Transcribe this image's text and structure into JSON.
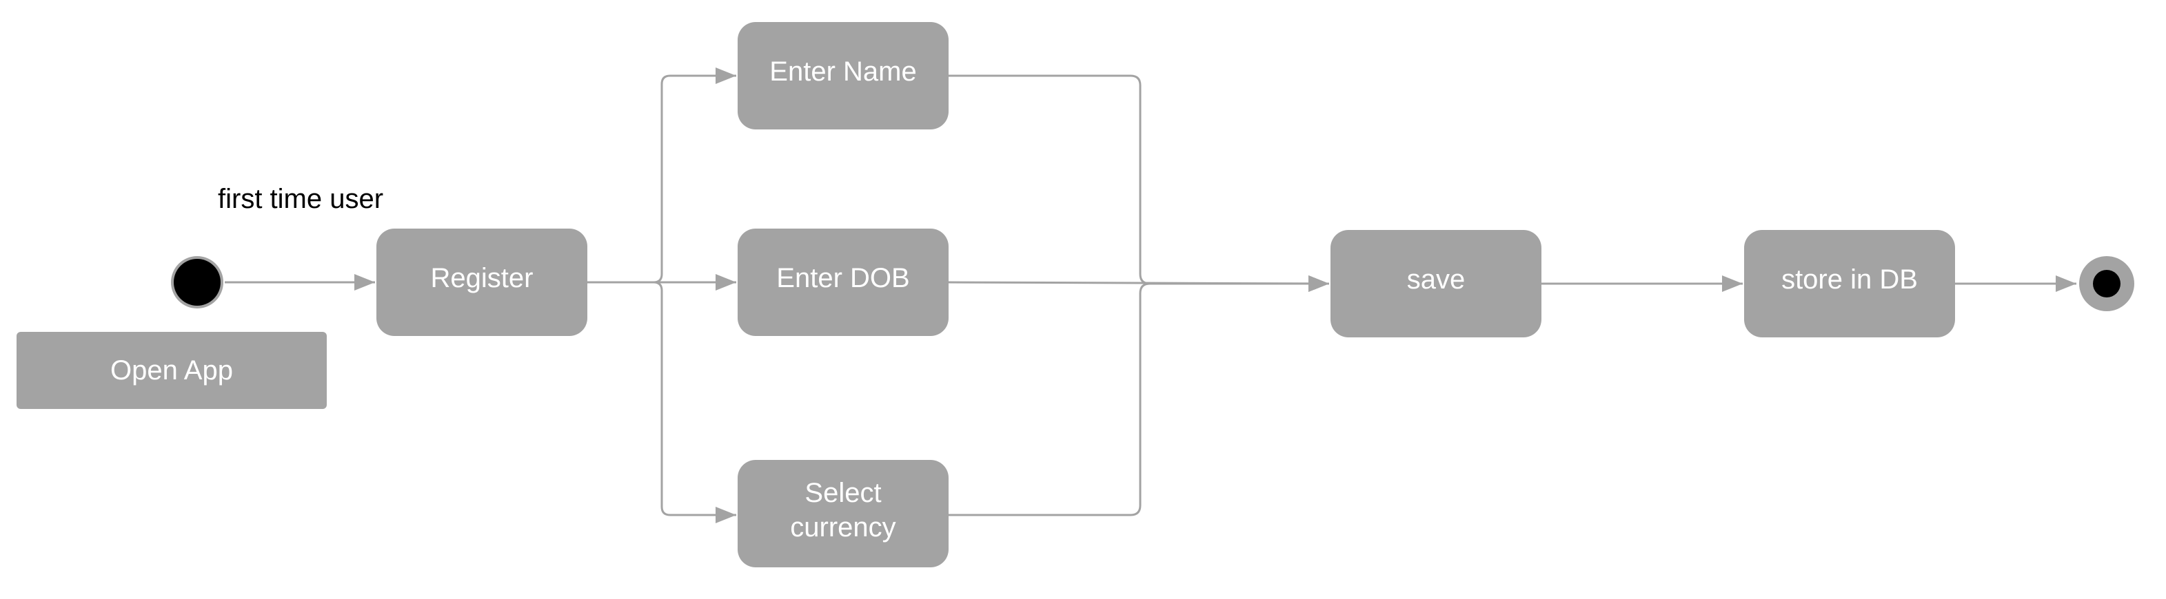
{
  "colors": {
    "node_fill": "#a3a3a3",
    "node_text": "#ffffff",
    "edge": "#a3a3a3",
    "marker": "#000000",
    "annotation_text": "#000000"
  },
  "annotation": "first time user",
  "nodes": {
    "open_app": "Open App",
    "register": "Register",
    "enter_name": "Enter Name",
    "enter_dob": "Enter DOB",
    "select_currency_line1": "Select",
    "select_currency_line2": "currency",
    "save": "save",
    "store_in_db": "store in DB"
  },
  "edges": [
    {
      "from": "start",
      "to": "register"
    },
    {
      "from": "register",
      "to": "enter_name"
    },
    {
      "from": "register",
      "to": "enter_dob"
    },
    {
      "from": "register",
      "to": "select_currency"
    },
    {
      "from": "enter_name",
      "to": "save"
    },
    {
      "from": "enter_dob",
      "to": "save"
    },
    {
      "from": "select_currency",
      "to": "save"
    },
    {
      "from": "save",
      "to": "store_in_db"
    },
    {
      "from": "store_in_db",
      "to": "end"
    }
  ]
}
